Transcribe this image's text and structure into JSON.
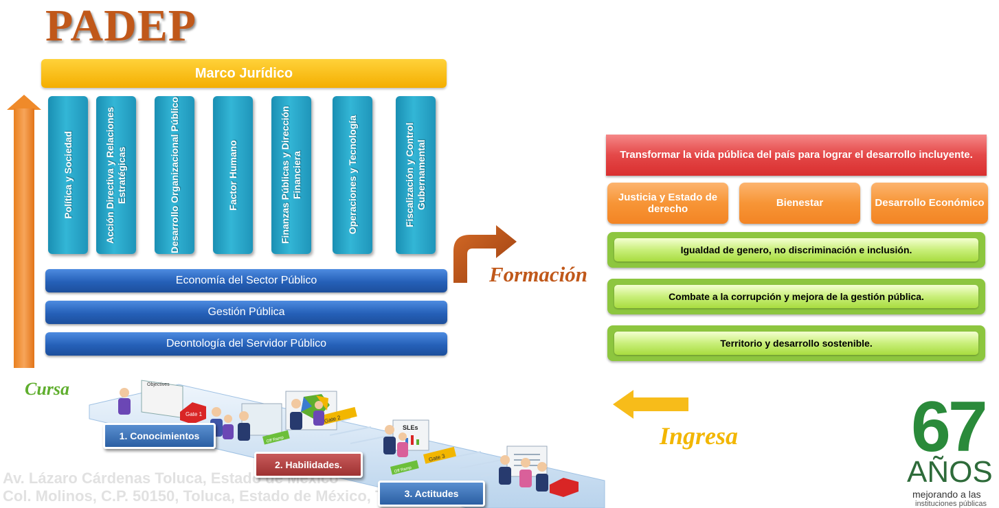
{
  "title": "PADEP",
  "marco": "Marco Jurídico",
  "pillars": [
    "Política y Sociedad",
    "Acción Directiva y Relaciones Estratégicas",
    "Desarrollo Organizacional Público",
    "Factor Humano",
    "Finanzas Públicas y Dirección Financiera",
    "Operaciones y Tecnología",
    "Fiscalización y Control Gubernamental"
  ],
  "bases": [
    "Economía del Sector Público",
    "Gestión Pública",
    "Deontología del Servidor Público"
  ],
  "labels": {
    "formacion": "Formación",
    "cursa": "Cursa",
    "ingresa": "Ingresa"
  },
  "right": {
    "goal": "Transformar la vida pública del país para lograr el desarrollo incluyente.",
    "axes": [
      "Justicia y Estado de derecho",
      "Bienestar",
      "Desarrollo Económico"
    ],
    "cross": [
      "Igualdad de genero, no discriminación e inclusión.",
      "Combate a la corrupción y mejora de la gestión pública.",
      "Territorio y desarrollo sostenible."
    ]
  },
  "steps": [
    "1. Conocimientos",
    "2. Habilidades.",
    "3. Actitudes"
  ],
  "illustration": {
    "objectives_sign": "Objectives",
    "gate1": "Gate 1",
    "gate2": "Gate 2",
    "gate3": "Gate 3",
    "off_ramp": "Off Ramp",
    "sles_sign": "SLEs"
  },
  "watermark": [
    "Av. Lázaro Cárdenas Toluca, Estado de México",
    "Col. Molinos, C.P. 50150, Toluca, Estado de México, Tel."
  ],
  "logo": {
    "number": "67",
    "word": "AÑOS",
    "tagline": "mejorando a las",
    "tagline2": "instituciones públicas"
  },
  "colors": {
    "title": "#c0581a",
    "marco": "#f4ae00",
    "pillar": "#2ba6c9",
    "base": "#2560b8",
    "goal": "#e44848",
    "axes": "#f79536",
    "cross": "#8dc63f",
    "ingresa": "#f2b600",
    "cursa": "#5fae2e"
  }
}
